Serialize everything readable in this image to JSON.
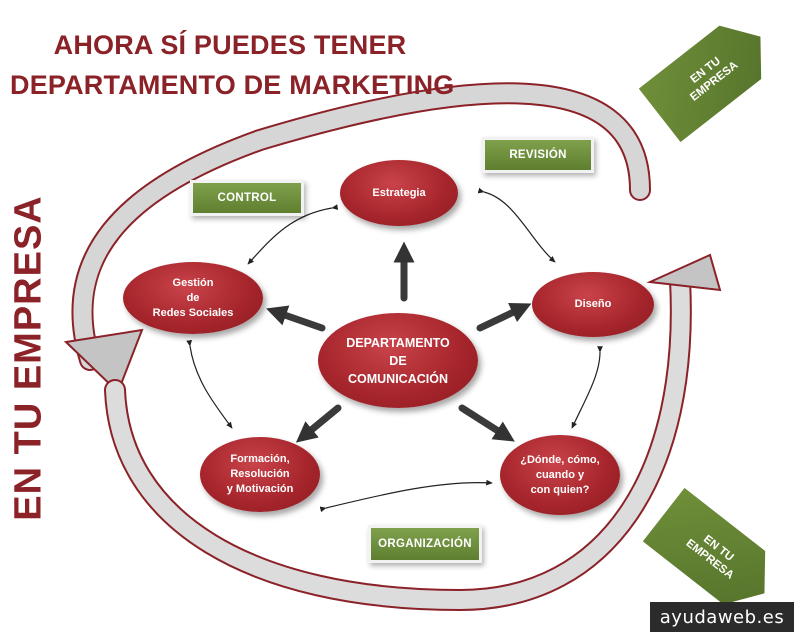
{
  "title": {
    "line1": "AHORA SÍ PUEDES TENER",
    "line2": "DEPARTAMENTO DE MARKETING"
  },
  "side_text": "EN TU EMPRESA",
  "nodes": {
    "center": "DEPARTAMENTO\nDE\nCOMUNICACIÓN",
    "estrategia": "Estrategia",
    "gestion": "Gestión\nde\nRedes Sociales",
    "diseno": "Diseño",
    "formacion": "Formación,\nResolución\ny Motivación",
    "donde": "¿Dónde, cómo,\ncuando y\ncon quien?"
  },
  "tags": {
    "control": "CONTROL",
    "revision": "REVISIÓN",
    "organizacion": "ORGANIZACIÓN"
  },
  "flags": {
    "top": "EN TU\nEMPRESA",
    "bottom": "EN TU\nEMPRESA"
  },
  "watermark": "ayudaweb.es",
  "colors": {
    "title_red": "#8b2228",
    "node_red": "#a8262d",
    "tag_green": "#6f8f3a",
    "arrow_gray": "#bdbdbd"
  }
}
